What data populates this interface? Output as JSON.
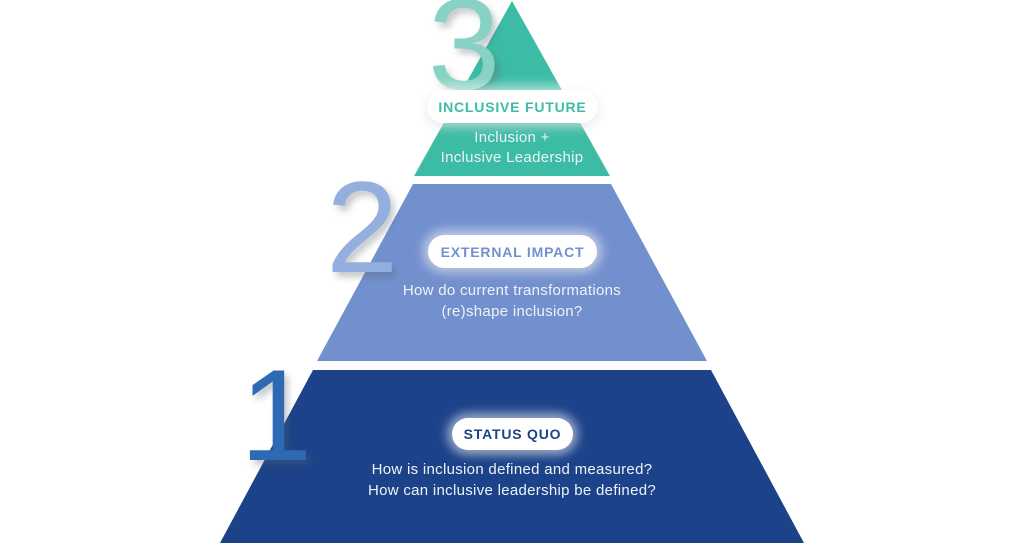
{
  "colors": {
    "teal": "#3dbca5",
    "light_blue": "#7390ce",
    "dark_blue": "#1c428a",
    "num3_color": "#87d2c4",
    "num2_color": "#94afdf",
    "num1_color": "#2d6ab3",
    "body_text": "#eef3f6",
    "pill_bg": "#ffffff"
  },
  "levels": [
    {
      "number": "3",
      "title": "INCLUSIVE FUTURE",
      "lines": [
        "Inclusion +",
        "Inclusive Leadership"
      ]
    },
    {
      "number": "2",
      "title": "EXTERNAL IMPACT",
      "lines": [
        "How do current transformations",
        "(re)shape inclusion?"
      ]
    },
    {
      "number": "1",
      "title": "STATUS QUO",
      "lines": [
        "How is inclusion defined and measured?",
        "How can inclusive leadership be defined?"
      ]
    }
  ]
}
